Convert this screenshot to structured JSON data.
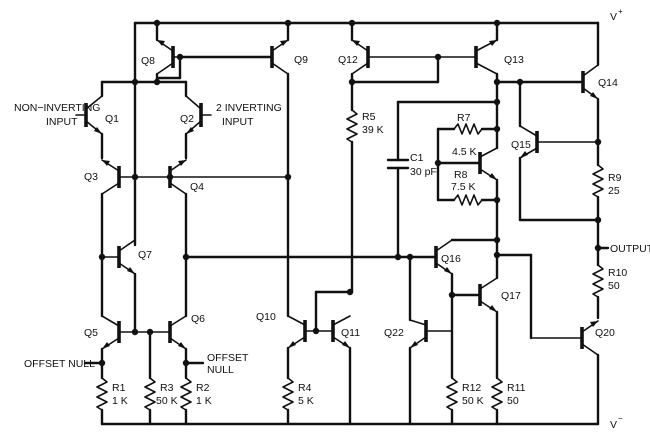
{
  "rails": {
    "vplus": "V",
    "vplus_sup": "+",
    "vminus": "V",
    "vminus_sup": "−"
  },
  "pins": {
    "noninv": "NON−INVERTING",
    "noninv2": "INPUT",
    "inv": "2 INVERTING",
    "inv2": "INPUT",
    "output": "OUTPUT",
    "offset_null_left": "OFFSET NULL",
    "offset_null_right": "OFFSET",
    "offset_null_right2": "NULL"
  },
  "transistors": {
    "q1": "Q1",
    "q2": "Q2",
    "q3": "Q3",
    "q4": "Q4",
    "q5": "Q5",
    "q6": "Q6",
    "q7": "Q7",
    "q8": "Q8",
    "q9": "Q9",
    "q10": "Q10",
    "q11": "Q11",
    "q12": "Q12",
    "q13": "Q13",
    "q14": "Q14",
    "q15": "Q15",
    "q16": "Q16",
    "q17": "Q17",
    "q20": "Q20",
    "q22": "Q22"
  },
  "resistors": {
    "r1": "R1",
    "r1v": "1 K",
    "r2": "R2",
    "r2v": "1 K",
    "r3": "R3",
    "r3v": "50 K",
    "r4": "R4",
    "r4v": "5 K",
    "r5": "R5",
    "r5v": "39 K",
    "r7": "R7",
    "r7v": "4.5 K",
    "r8": "R8",
    "r8v": "7.5 K",
    "r9": "R9",
    "r9v": "25",
    "r10": "R10",
    "r10v": "50",
    "r11": "R11",
    "r11v": "50",
    "r12": "R12",
    "r12v": "50 K"
  },
  "capacitors": {
    "c1": "C1",
    "c1v": "30 pF"
  }
}
